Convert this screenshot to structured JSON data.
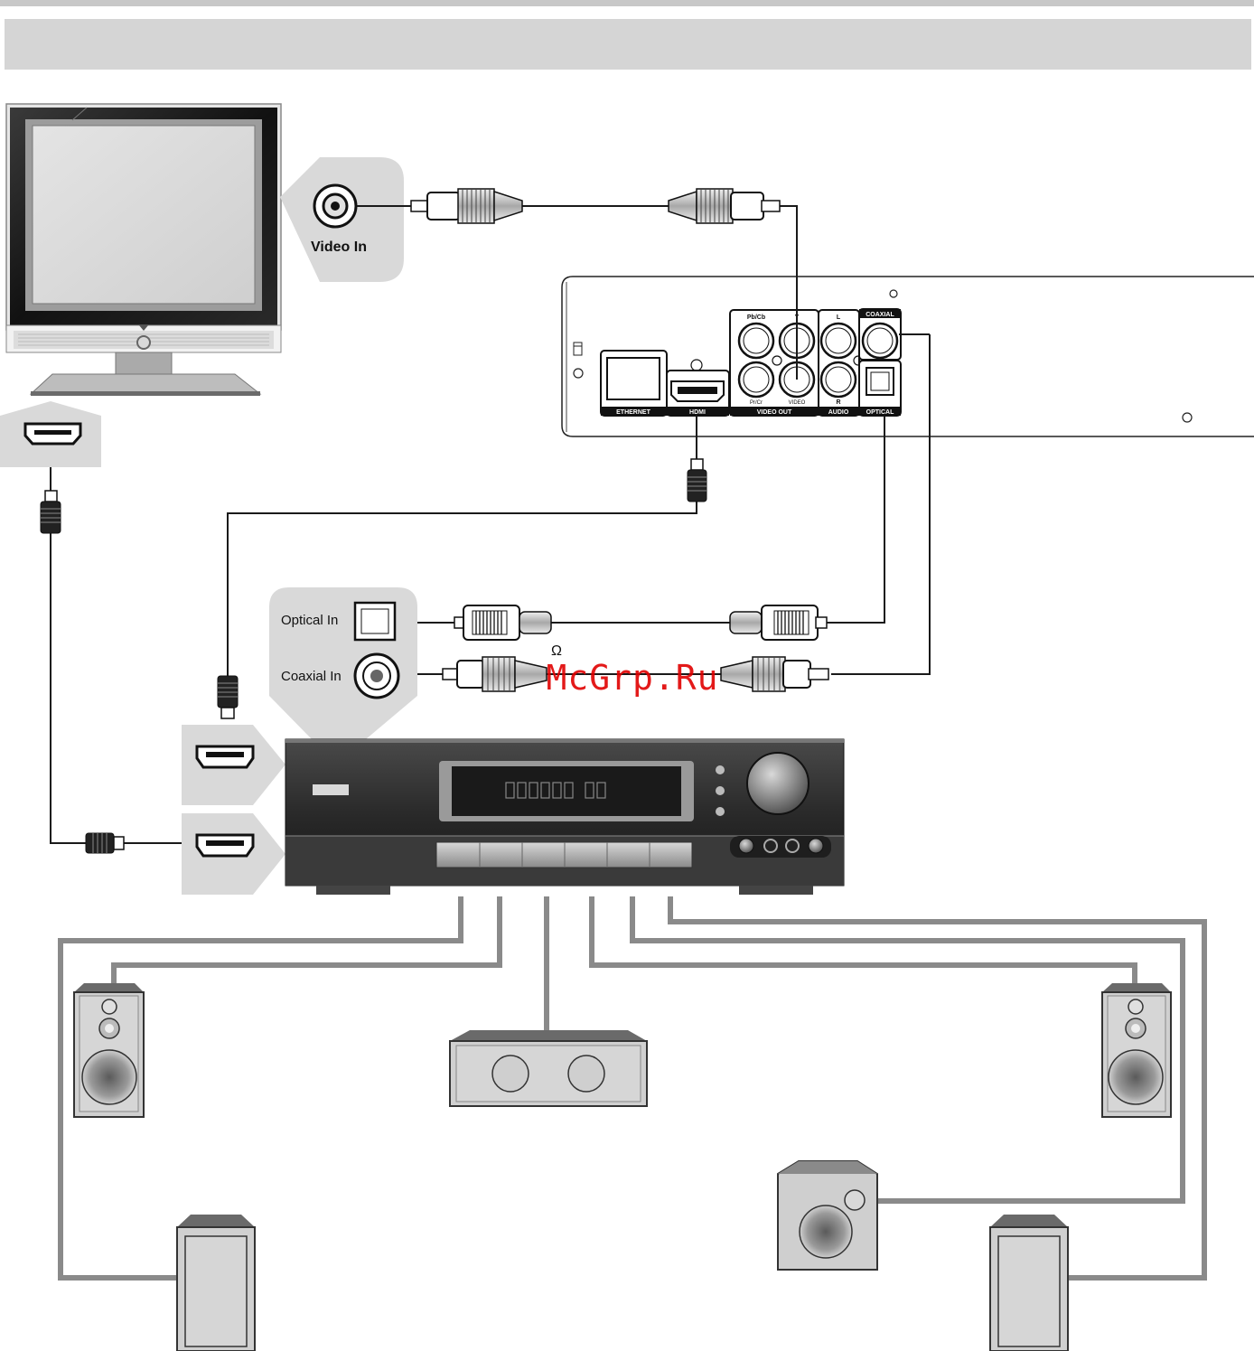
{
  "callouts": {
    "video_in": "Video In",
    "optical_in": "Optical In",
    "coaxial_in": "Coaxial In"
  },
  "player_panel": {
    "ethernet": "ETHERNET",
    "hdmi": "HDMI",
    "video_out": "VIDEO OUT",
    "audio": "AUDIO",
    "optical": "OPTICAL",
    "coaxial": "COAXIAL",
    "pb_cb": "Pb/Cb",
    "pr_cr": "Pr/Cr",
    "video": "VIDEO",
    "y": "Y",
    "l": "L",
    "r": "R"
  },
  "omega_symbol": "Ω",
  "watermark": "McGrp.Ru",
  "colors": {
    "header": "#d5d5d5",
    "callout_bg": "#d9d9d9",
    "cable": "#1a1a1a",
    "speaker_wire": "#8a8a8a",
    "receiver_body": "#2b2b2b",
    "watermark": "#e00000"
  }
}
